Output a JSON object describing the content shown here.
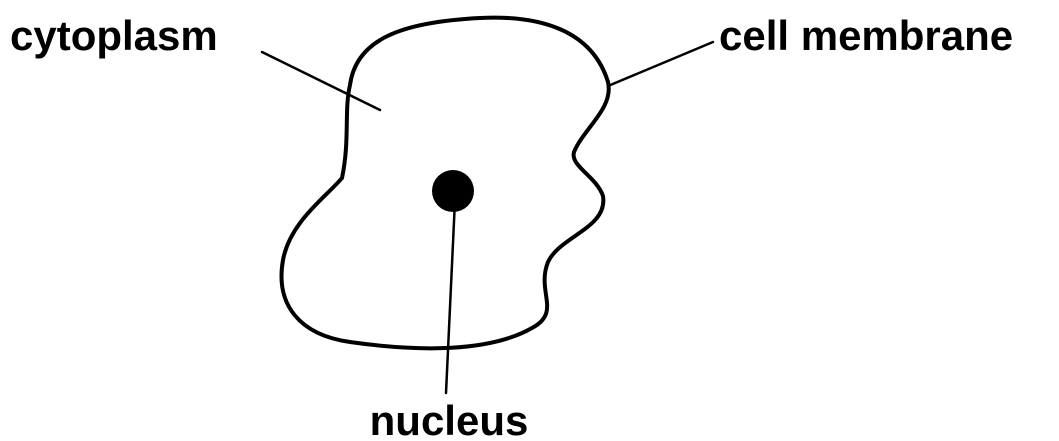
{
  "labels": {
    "cytoplasm": "cytoplasm",
    "cell_membrane": "cell membrane",
    "nucleus": "nucleus"
  },
  "colors": {
    "ink": "#000000",
    "background": "#ffffff"
  }
}
